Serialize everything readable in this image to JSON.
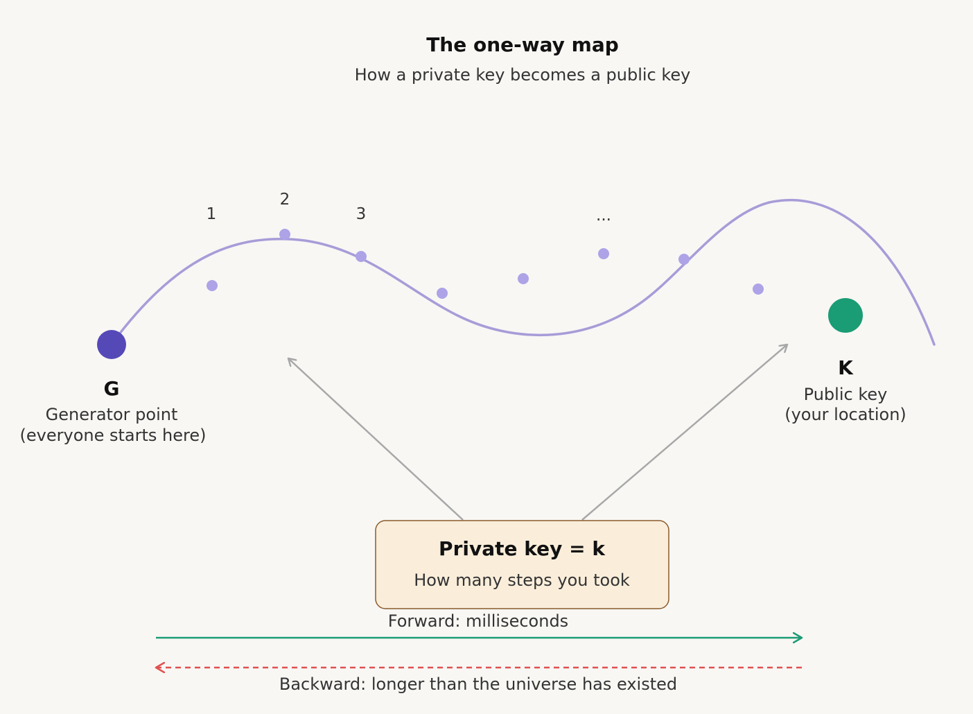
{
  "title": "The one-way map",
  "subtitle": "How a private key becomes a public key",
  "colors": {
    "background": "#f8f7f4",
    "curve": "#a89cd8",
    "step_dot": "#ada3e6",
    "generator": "#5549b8",
    "public_key": "#1a9c74",
    "pointer_arrow": "#a8a8a8",
    "box_fill": "#faeedb",
    "box_border": "#8a5a2b",
    "forward_arrow": "#1a9c74",
    "backward_arrow": "#e05050"
  },
  "step_labels": [
    "1",
    "2",
    "3",
    "..."
  ],
  "generator": {
    "letter": "G",
    "line1": "Generator point",
    "line2": "(everyone starts here)"
  },
  "public_key": {
    "letter": "K",
    "line1": "Public key",
    "line2": "(your location)"
  },
  "private_key_box": {
    "title": "Private key = k",
    "subtitle": "How many steps you took"
  },
  "forward": {
    "label": "Forward: milliseconds"
  },
  "backward": {
    "label": "Backward: longer than the universe has existed"
  }
}
